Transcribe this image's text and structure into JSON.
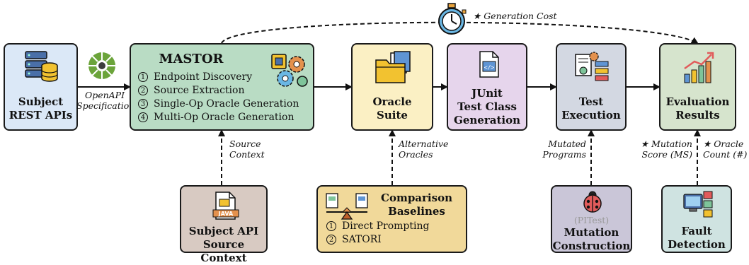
{
  "generation_cost": "Generation Cost",
  "subject": {
    "title_line1": "Subject",
    "title_line2": "REST APIs"
  },
  "spec_label": {
    "line1": "OpenAPI",
    "line2": "Specification"
  },
  "mastor": {
    "title": "MASTOR",
    "steps": [
      {
        "num": "1",
        "label": "Endpoint Discovery"
      },
      {
        "num": "2",
        "label": "Source Extraction"
      },
      {
        "num": "3",
        "label": "Single-Op Oracle Generation"
      },
      {
        "num": "4",
        "label": "Multi-Op Oracle Generation"
      }
    ]
  },
  "oracle_suite": {
    "line1": "Oracle",
    "line2": "Suite"
  },
  "junit": {
    "line1": "JUnit",
    "line2": "Test Class",
    "line3": "Generation"
  },
  "test_exec": {
    "line1": "Test",
    "line2": "Execution"
  },
  "eval": {
    "line1": "Evaluation",
    "line2": "Results"
  },
  "source_context_label": {
    "line1": "Source",
    "line2": "Context"
  },
  "alt_oracles_label": {
    "line1": "Alternative",
    "line2": "Oracles"
  },
  "mutated_label": {
    "line1": "Mutated",
    "line2": "Programs"
  },
  "mutation_score_label": {
    "line1": "Mutation",
    "line2": "Score (MS)"
  },
  "oracle_count_label": {
    "line1": "Oracle",
    "line2": "Count (#)"
  },
  "api_source": {
    "line1": "Subject API",
    "line2": "Source Context",
    "file_label": "JAVA"
  },
  "baselines": {
    "title_line1": "Comparison",
    "title_line2": "Baselines",
    "items": [
      {
        "num": "1",
        "label": "Direct Prompting"
      },
      {
        "num": "2",
        "label": "SATORI"
      }
    ]
  },
  "mutation": {
    "tool": "(PITest)",
    "line1": "Mutation",
    "line2": "Construction"
  },
  "fault": {
    "line1": "Fault",
    "line2": "Detection"
  },
  "colors": {
    "subject": "#dbe8f7",
    "mastor": "#b9dcc4",
    "oracle": "#fbf0c4",
    "junit": "#e6d5ec",
    "test": "#d3d8e2",
    "eval": "#d6e4cd",
    "api_source": "#d8cac2",
    "baselines": "#f1d99a",
    "mutation": "#cac6d8",
    "fault": "#cfe3e1"
  }
}
